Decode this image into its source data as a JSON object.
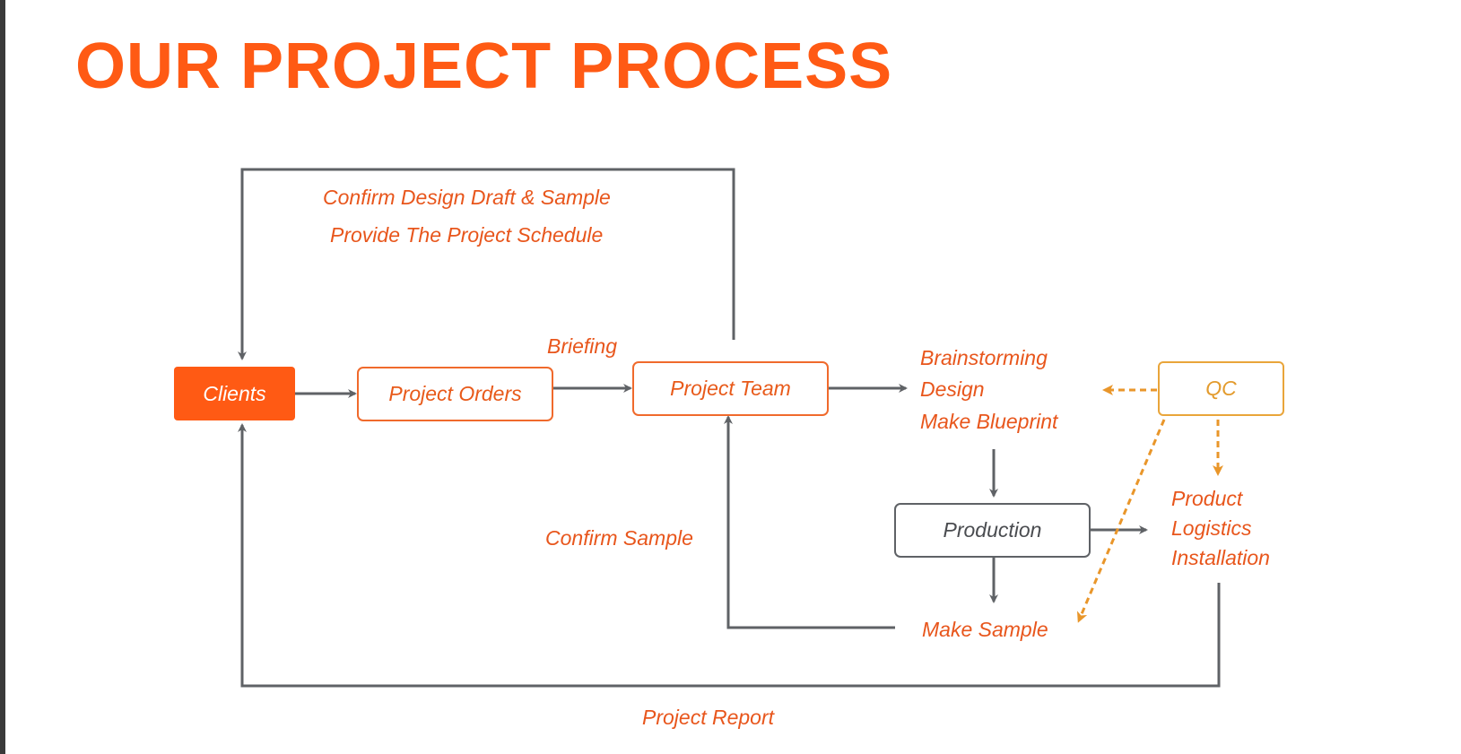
{
  "title": "OUR PROJECT PROCESS",
  "colors": {
    "accent": "#ff5a14",
    "connector": "#5f6266",
    "qc_dashed": "#e9962a"
  },
  "nodes": {
    "clients": "Clients",
    "project_orders": "Project Orders",
    "project_team": "Project Team",
    "production": "Production",
    "qc": "QC"
  },
  "labels": {
    "confirm_design": "Confirm Design Draft & Sample",
    "provide_schedule": "Provide The Project Schedule",
    "briefing": "Briefing",
    "brainstorming": "Brainstorming",
    "design": "Design",
    "make_blueprint": "Make Blueprint",
    "product": "Product",
    "logistics": "Logistics",
    "installation": "Installation",
    "confirm_sample": "Confirm Sample",
    "make_sample": "Make Sample",
    "project_report": "Project Report"
  }
}
